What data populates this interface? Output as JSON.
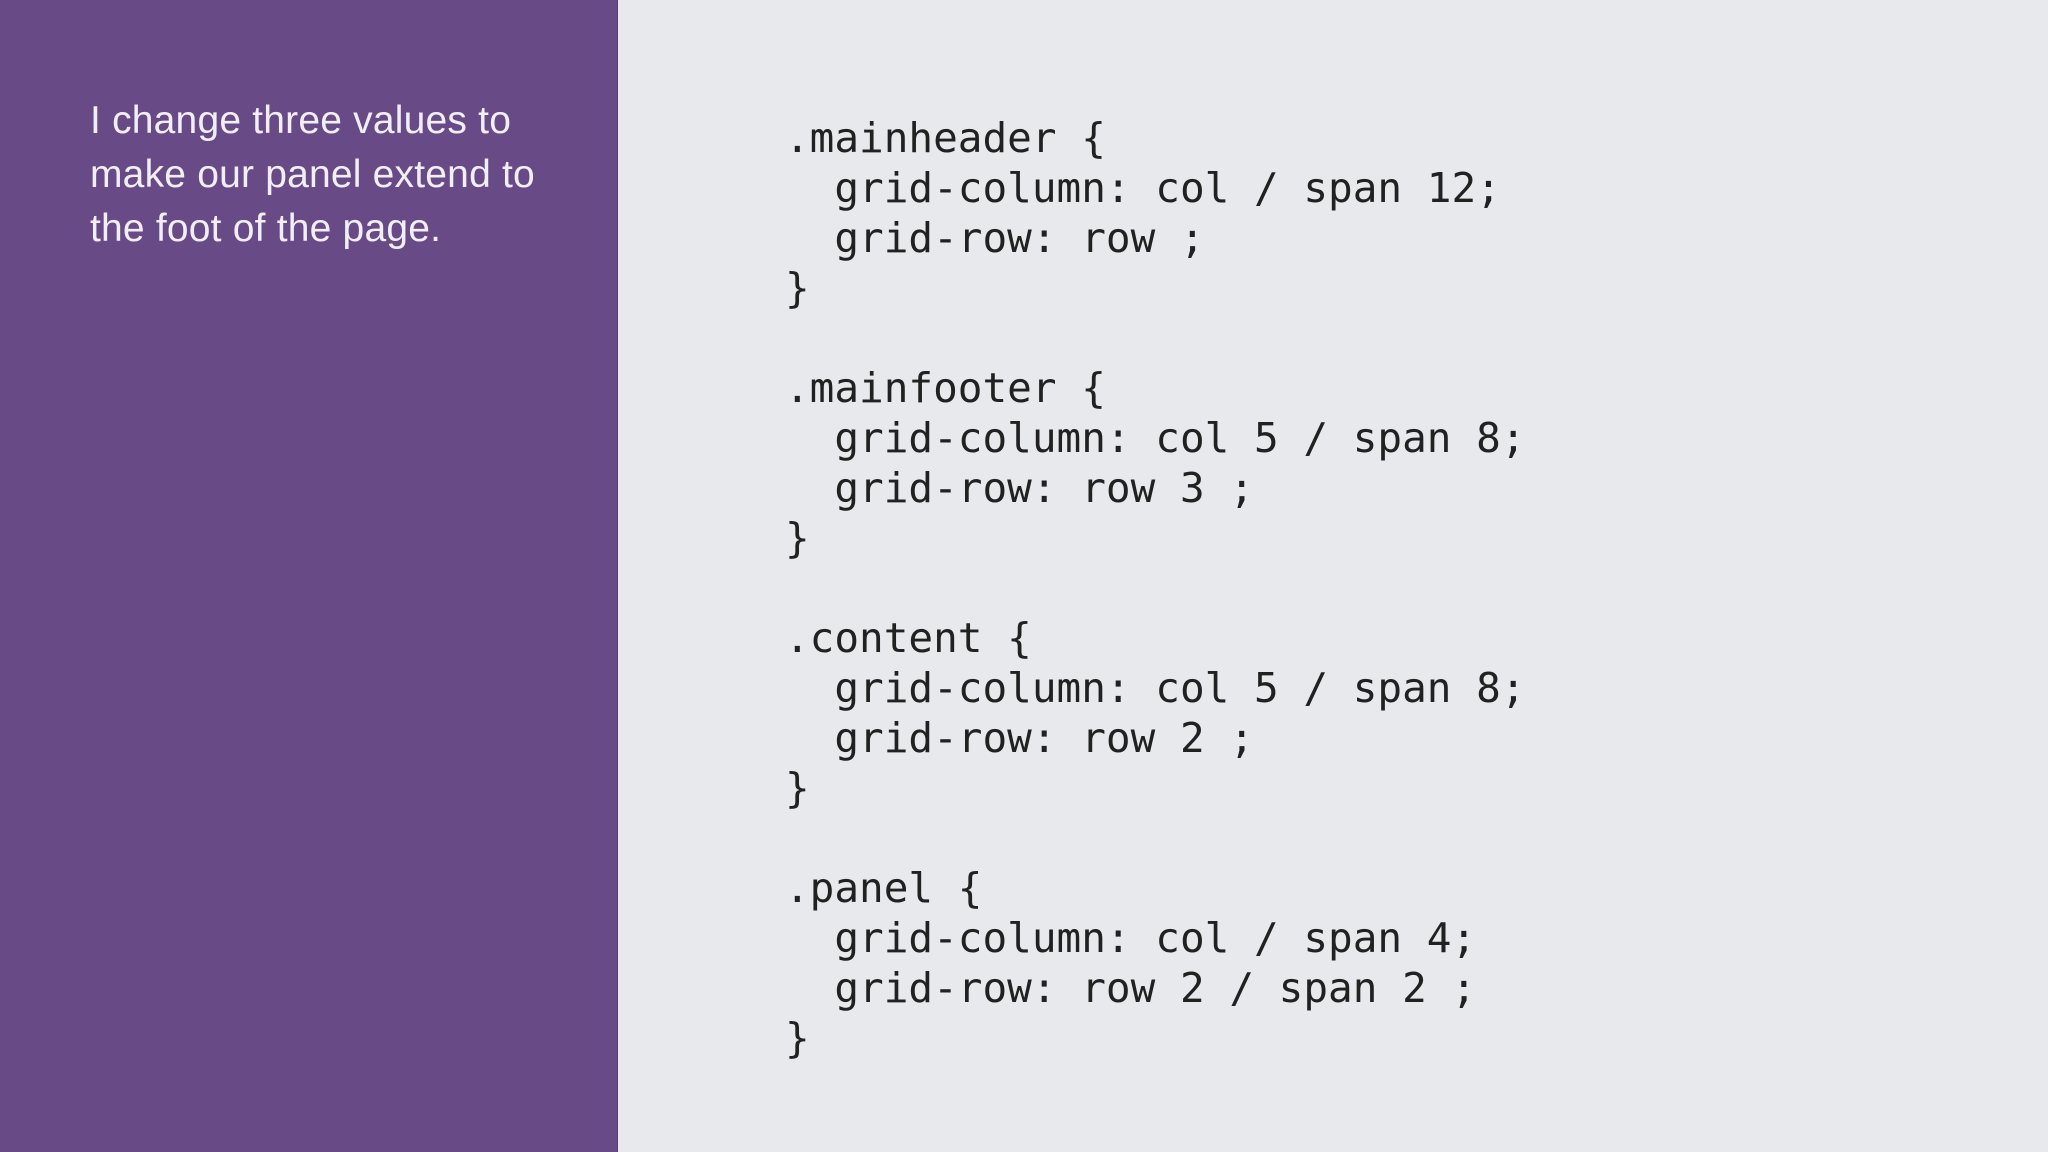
{
  "sidebar": {
    "background_color": "#684a87",
    "caption_lines": [
      "I change three values to",
      "make our panel extend to",
      "the foot of the page."
    ]
  },
  "code_panel": {
    "background_color": "#e8e9ec",
    "text_color": "#212121",
    "blocks": [
      {
        "selector": ".mainheader",
        "lines": [
          ".mainheader {",
          "  grid-column: col / span 12;",
          "  grid-row: row ;",
          "}"
        ]
      },
      {
        "selector": ".mainfooter",
        "lines": [
          ".mainfooter {",
          "  grid-column: col 5 / span 8;",
          "  grid-row: row 3 ;",
          "}"
        ]
      },
      {
        "selector": ".content",
        "lines": [
          ".content {",
          "  grid-column: col 5 / span 8;",
          "  grid-row: row 2 ;",
          "}"
        ]
      },
      {
        "selector": ".panel",
        "lines": [
          ".panel {",
          "  grid-column: col / span 4;",
          "  grid-row: row 2 / span 2 ;",
          "}"
        ]
      }
    ]
  }
}
